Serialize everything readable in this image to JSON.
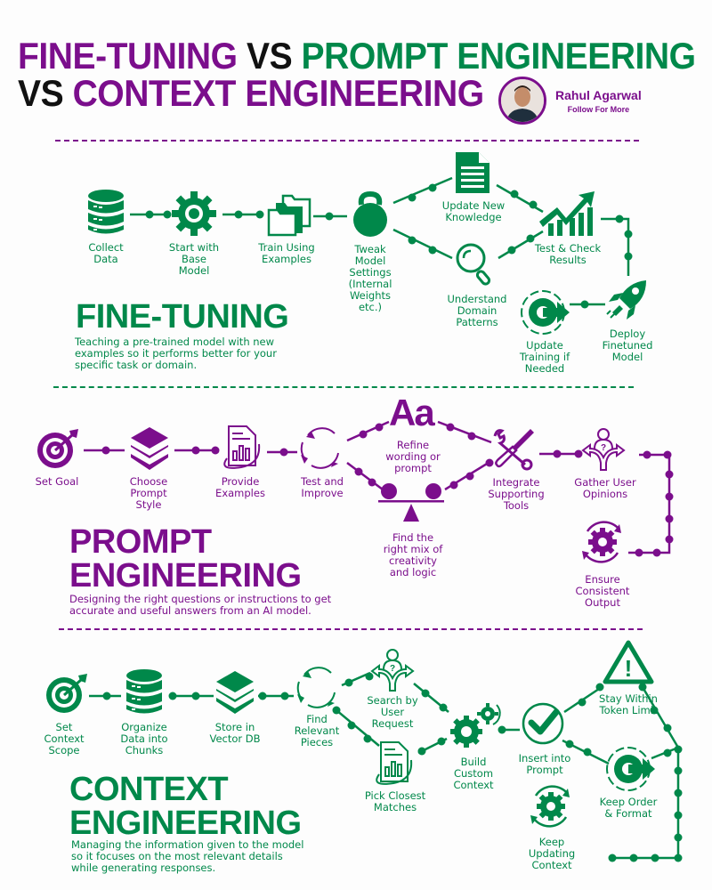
{
  "header": {
    "title_line1": [
      {
        "text": "FINE-TUNING",
        "color": "purple"
      },
      {
        "text": " VS ",
        "color": "black"
      },
      {
        "text": "PROMPT ENGINEERING",
        "color": "green"
      }
    ],
    "title_line2": [
      {
        "text": "VS ",
        "color": "black"
      },
      {
        "text": "CONTEXT ENGINEERING",
        "color": "purple"
      }
    ],
    "author": {
      "name": "Rahul Agarwal",
      "tagline": "Follow For More"
    }
  },
  "colors": {
    "purple": "#7b0e8c",
    "green": "#00884a",
    "black": "#111111"
  },
  "fine_tuning": {
    "title": "FINE-TUNING",
    "description": [
      "Teaching a pre-trained model with new",
      "examples so it performs better for your",
      "specific task or domain."
    ],
    "steps": [
      {
        "label": [
          "Collect",
          "Data"
        ],
        "icon": "database-icon"
      },
      {
        "label": [
          "Start with",
          "Base",
          "Model"
        ],
        "icon": "gear-icon"
      },
      {
        "label": [
          "Train Using",
          "Examples"
        ],
        "icon": "folders-icon"
      },
      {
        "label": [
          "Tweak",
          "Model",
          "Settings",
          "(Internal",
          "Weights",
          "etc.)"
        ],
        "icon": "kettlebell-icon"
      },
      {
        "label": [
          "Update New",
          "Knowledge"
        ],
        "icon": "document-icon"
      },
      {
        "label": [
          "Understand",
          "Domain",
          "Patterns"
        ],
        "icon": "magnifier-icon"
      },
      {
        "label": [
          "Test & Check",
          "Results"
        ],
        "icon": "growth-chart-icon"
      },
      {
        "label": [
          "Deploy",
          "Finetuned",
          "Model"
        ],
        "icon": "rocket-icon"
      },
      {
        "label": [
          "Update",
          "Training if",
          "Needed"
        ],
        "icon": "gear-arrow-icon"
      }
    ]
  },
  "prompt_engineering": {
    "title": [
      "PROMPT",
      "ENGINEERING"
    ],
    "description": [
      "Designing the right questions or instructions to get",
      "accurate and useful answers from an AI model."
    ],
    "steps": [
      {
        "label": [
          "Set Goal"
        ],
        "icon": "target-icon"
      },
      {
        "label": [
          "Choose",
          "Prompt",
          "Style"
        ],
        "icon": "layers-icon"
      },
      {
        "label": [
          "Provide",
          "Examples"
        ],
        "icon": "report-icon"
      },
      {
        "label": [
          "Test and",
          "Improve"
        ],
        "icon": "cycle-arrows-icon"
      },
      {
        "label": [
          "Refine",
          "wording or",
          "prompt"
        ],
        "icon": "typography-icon",
        "glyph": "Aa"
      },
      {
        "label": [
          "Find the",
          "right mix of",
          "creativity",
          "and logic"
        ],
        "icon": "balance-scale-icon"
      },
      {
        "label": [
          "Integrate",
          "Supporting",
          "Tools"
        ],
        "icon": "tools-icon"
      },
      {
        "label": [
          "Gather User",
          "Opinions"
        ],
        "icon": "user-question-icon",
        "glyph": "?"
      },
      {
        "label": [
          "Ensure",
          "Consistent",
          "Output"
        ],
        "icon": "gear-refresh-icon"
      }
    ]
  },
  "context_engineering": {
    "title": [
      "CONTEXT",
      "ENGINEERING"
    ],
    "description": [
      "Managing the information given to the model",
      "so it focuses on the most relevant details",
      "while generating responses."
    ],
    "steps": [
      {
        "label": [
          "Set",
          "Context",
          "Scope"
        ],
        "icon": "target-icon"
      },
      {
        "label": [
          "Organize",
          "Data into",
          "Chunks"
        ],
        "icon": "database-icon"
      },
      {
        "label": [
          "Store in",
          "Vector DB"
        ],
        "icon": "layers-icon"
      },
      {
        "label": [
          "Find",
          "Relevant",
          "Pieces"
        ],
        "icon": "cycle-arrows-icon"
      },
      {
        "label": [
          "Search by",
          "User",
          "Request"
        ],
        "icon": "user-question-icon",
        "glyph": "?"
      },
      {
        "label": [
          "Pick Closest",
          "Matches"
        ],
        "icon": "report-icon"
      },
      {
        "label": [
          "Build",
          "Custom",
          "Context"
        ],
        "icon": "gears-icon"
      },
      {
        "label": [
          "Insert into",
          "Prompt"
        ],
        "icon": "checkmark-icon"
      },
      {
        "label": [
          "Stay Within",
          "Token Limit"
        ],
        "icon": "warning-icon",
        "glyph": "!"
      },
      {
        "label": [
          "Keep Order",
          "& Format"
        ],
        "icon": "gear-arrow-icon"
      },
      {
        "label": [
          "Keep",
          "Updating",
          "Context"
        ],
        "icon": "gear-refresh-icon"
      }
    ]
  }
}
